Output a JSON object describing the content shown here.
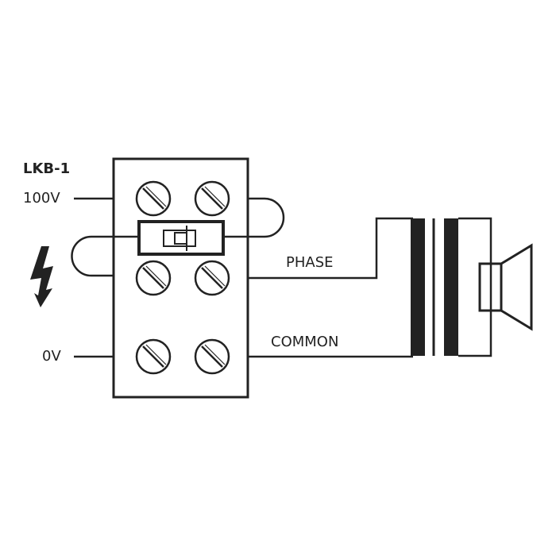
{
  "labels": {
    "device": "LKB-1",
    "input_high": "100V",
    "input_zero": "0V",
    "phase": "PHASE",
    "common": "COMMON"
  },
  "icons": [
    "lightning-icon",
    "screw-terminal-icon",
    "fuse-icon",
    "transformer-icon",
    "speaker-icon"
  ],
  "colors": {
    "line": "#222222",
    "background": "#ffffff"
  }
}
